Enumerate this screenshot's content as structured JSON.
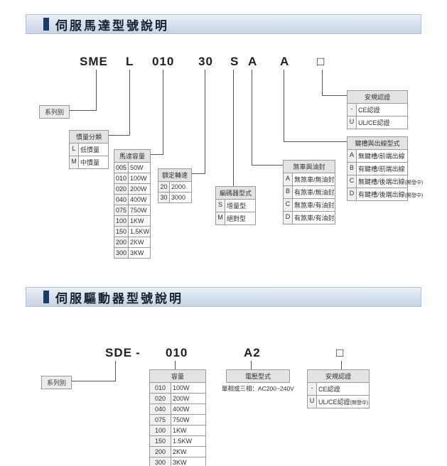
{
  "colors": {
    "accent_navy": "#1b3a6a"
  },
  "section1": {
    "title": "伺服馬達型號說明",
    "model_code": [
      "SME",
      "L",
      "010",
      "30",
      "S",
      "A",
      "A",
      "□"
    ],
    "series_label": "系列別",
    "tables": {
      "inertia": {
        "title": "慣量分類",
        "rows": [
          [
            "L",
            "低慣量"
          ],
          [
            "M",
            "中慣量"
          ]
        ]
      },
      "capacity": {
        "title": "馬達容量",
        "rows": [
          [
            "005",
            "50W"
          ],
          [
            "010",
            "100W"
          ],
          [
            "020",
            "200W"
          ],
          [
            "040",
            "400W"
          ],
          [
            "075",
            "750W"
          ],
          [
            "100",
            "1KW"
          ],
          [
            "150",
            "1.5KW"
          ],
          [
            "200",
            "2KW"
          ],
          [
            "300",
            "3KW"
          ]
        ]
      },
      "speed": {
        "title": "額定轉速",
        "rows": [
          [
            "20",
            "2000"
          ],
          [
            "30",
            "3000"
          ]
        ]
      },
      "encoder": {
        "title": "編碼器型式",
        "rows": [
          [
            "S",
            "增量型"
          ],
          [
            "M",
            "絕對型"
          ]
        ]
      },
      "brake": {
        "title": "煞車與油封",
        "rows": [
          [
            "A",
            "無煞車/無油封"
          ],
          [
            "B",
            "有煞車/無油封"
          ],
          [
            "C",
            "無煞車/有油封"
          ],
          [
            "D",
            "有煞車/有油封"
          ]
        ]
      },
      "keyway": {
        "title": "鍵槽與出線型式",
        "rows": [
          [
            "A",
            "無鍵槽/前端出線"
          ],
          [
            "B",
            "有鍵槽/前端出線"
          ],
          [
            "C",
            "無鍵槽/後端出線",
            "(開發中)"
          ],
          [
            "D",
            "有鍵槽/後端出線",
            "(開發中)"
          ]
        ]
      },
      "safety": {
        "title": "安規認證",
        "rows": [
          [
            "-",
            "CE認證"
          ],
          [
            "U",
            "UL/CE認證"
          ]
        ]
      }
    }
  },
  "section2": {
    "title": "伺服驅動器型號說明",
    "model_code": [
      "SDE",
      "-",
      "010",
      "A2",
      "□"
    ],
    "series_label": "系列別",
    "tables": {
      "capacity": {
        "title": "容量",
        "rows": [
          [
            "010",
            "100W"
          ],
          [
            "020",
            "200W"
          ],
          [
            "040",
            "400W"
          ],
          [
            "075",
            "750W"
          ],
          [
            "100",
            "1KW"
          ],
          [
            "150",
            "1.5KW"
          ],
          [
            "200",
            "2KW"
          ],
          [
            "300",
            "3KW"
          ]
        ]
      },
      "voltage": {
        "title": "電壓型式",
        "note": "單相或三相：AC200~240V"
      },
      "safety": {
        "title": "安規認證",
        "rows": [
          [
            "-",
            "CE認證"
          ],
          [
            "U",
            "UL/CE認證",
            "(開發中)"
          ]
        ]
      }
    }
  }
}
